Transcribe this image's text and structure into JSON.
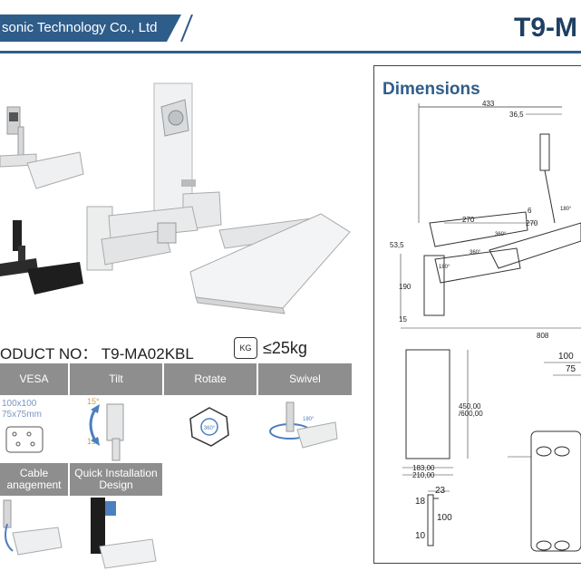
{
  "header": {
    "company": "sonic Technology Co., Ltd",
    "model": "T9-M"
  },
  "product": {
    "product_no_label": "ODUCT NO：",
    "product_no": "T9-MA02KBL",
    "weight_icon": "KG",
    "weight_limit": "≤25kg"
  },
  "features": {
    "headers": [
      "VESA",
      "Tilt",
      "Rotate",
      "Swivel"
    ],
    "headers2": [
      "Cable\nanagement",
      "Quick Installation\nDesign"
    ],
    "vesa_sizes": [
      "100x100",
      "75x75mm"
    ],
    "tilt_angles": [
      "15°",
      "15°"
    ],
    "rotate_angle": "360°",
    "swivel_angle": "180°"
  },
  "dimensions": {
    "title": "Dimensions",
    "side_labels": [
      "433",
      "36,5",
      "270",
      "270",
      "6",
      "53,5",
      "190",
      "15",
      "808",
      "180°",
      "360°",
      "360°",
      "180°"
    ],
    "front_labels": [
      "450,00",
      "/600,00",
      "183,00",
      "210,00"
    ],
    "detail_labels": [
      "23",
      "18",
      "100",
      "10"
    ],
    "plate_labels": [
      "100",
      "75"
    ]
  }
}
